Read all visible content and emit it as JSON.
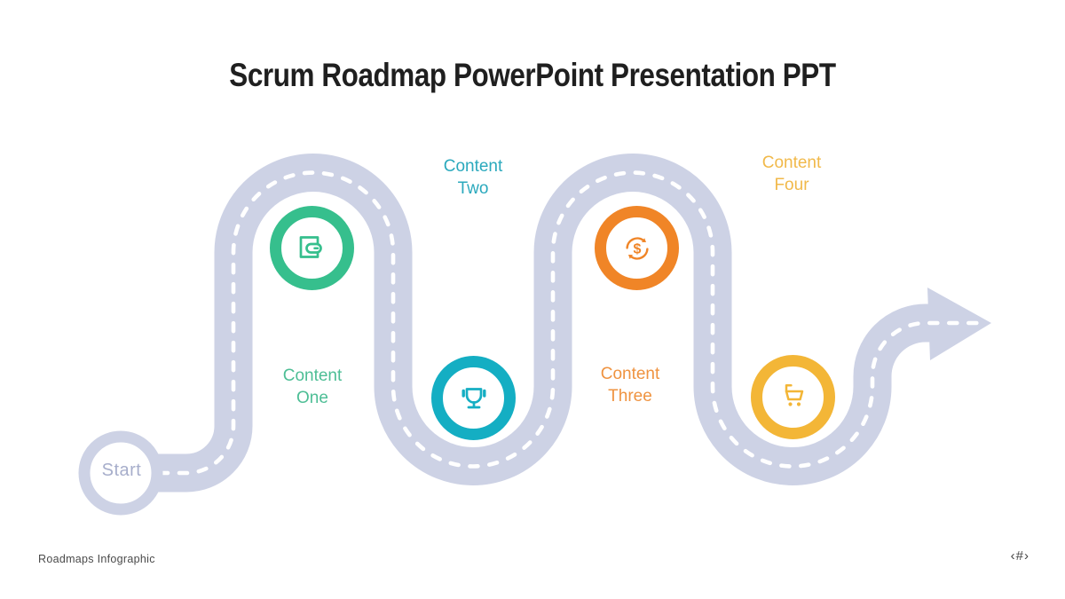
{
  "slide": {
    "title": "Scrum Roadmap PowerPoint Presentation PPT",
    "title_color": "#1f1f1f",
    "footer": "Roadmaps Infographic",
    "slide_number": "‹#›"
  },
  "roadmap": {
    "road_color": "#cdd2e5",
    "dash_color": "#ffffff",
    "start": {
      "label": "Start",
      "text_color": "#a7aecb"
    },
    "milestones": [
      {
        "label": "Content One",
        "ring_color": "#36bf8d",
        "text_color": "#4dbe95",
        "icon": "wallet-icon"
      },
      {
        "label": "Content Two",
        "ring_color": "#14aec3",
        "text_color": "#2ba9bd",
        "icon": "trophy-icon"
      },
      {
        "label": "Content Three",
        "ring_color": "#f08527",
        "text_color": "#ef9340",
        "icon": "money-cycle-icon"
      },
      {
        "label": "Content Four",
        "ring_color": "#f3b637",
        "text_color": "#f1b94a",
        "icon": "shopping-cart-icon"
      }
    ]
  }
}
